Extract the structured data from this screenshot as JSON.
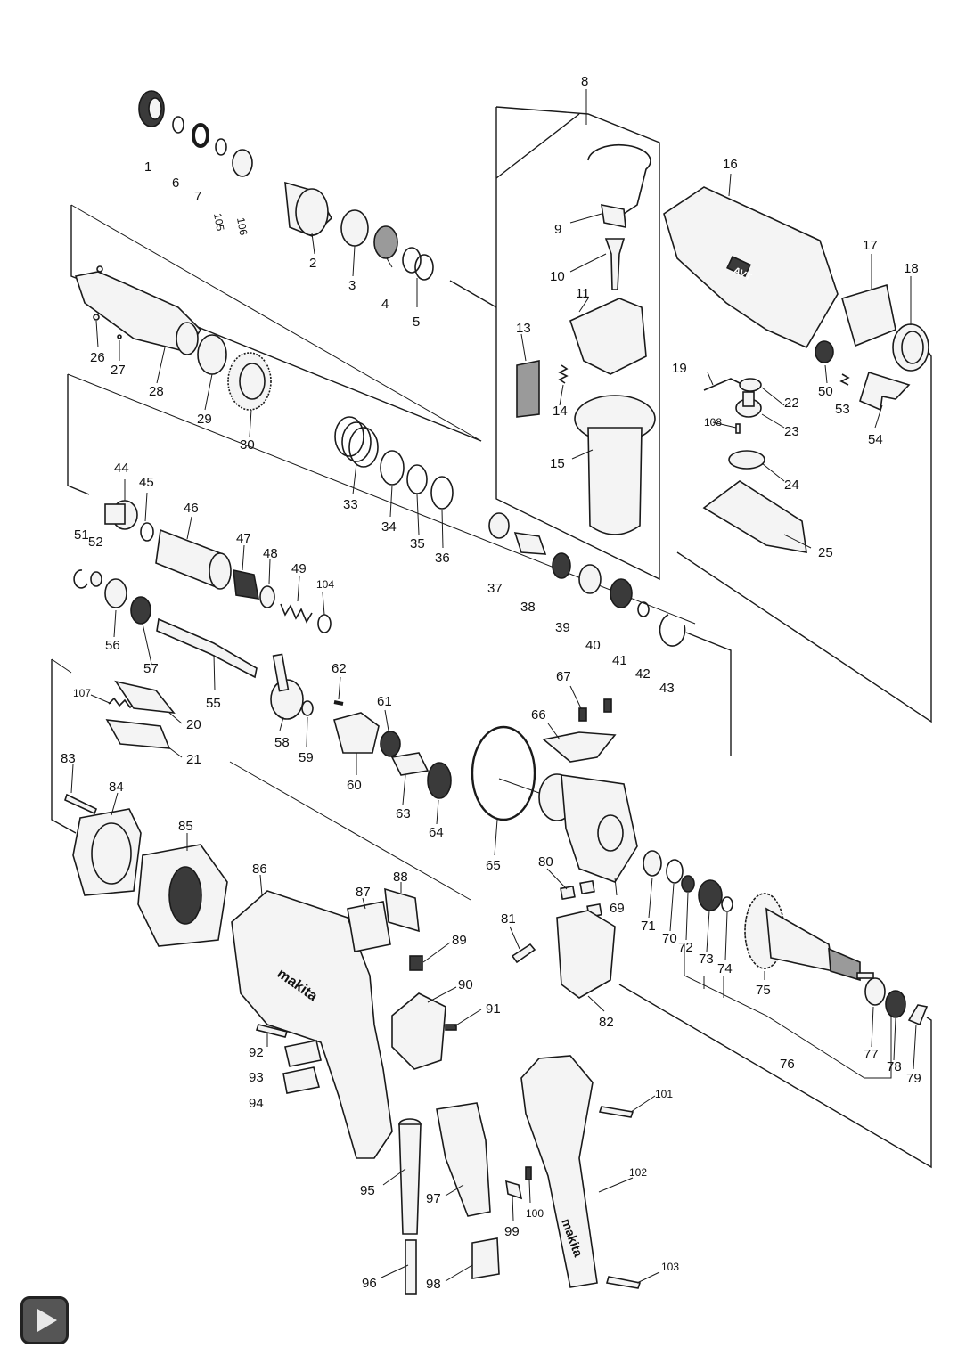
{
  "labels": {
    "p1": "1",
    "p2": "2",
    "p3": "3",
    "p4": "4",
    "p5": "5",
    "p6": "6",
    "p7": "7",
    "p8": "8",
    "p9": "9",
    "p10": "10",
    "p11": "11",
    "p13": "13",
    "p14": "14",
    "p15": "15",
    "p16": "16",
    "p17": "17",
    "p18": "18",
    "p19": "19",
    "p20": "20",
    "p21": "21",
    "p22": "22",
    "p23": "23",
    "p24": "24",
    "p25": "25",
    "p26": "26",
    "p27": "27",
    "p28": "28",
    "p29": "29",
    "p30": "30",
    "p33": "33",
    "p34": "34",
    "p35": "35",
    "p36": "36",
    "p37": "37",
    "p38": "38",
    "p39": "39",
    "p40": "40",
    "p41": "41",
    "p42": "42",
    "p43": "43",
    "p44": "44",
    "p45": "45",
    "p46": "46",
    "p47": "47",
    "p48": "48",
    "p49": "49",
    "p50": "50",
    "p51": "51",
    "p52": "52",
    "p53": "53",
    "p54": "54",
    "p55": "55",
    "p56": "56",
    "p57": "57",
    "p58": "58",
    "p59": "59",
    "p60": "60",
    "p61": "61",
    "p62": "62",
    "p63": "63",
    "p64": "64",
    "p65": "65",
    "p66": "66",
    "p67": "67",
    "p69": "69",
    "p70": "70",
    "p71": "71",
    "p72": "72",
    "p73": "73",
    "p74": "74",
    "p75": "75",
    "p76": "76",
    "p77": "77",
    "p78": "78",
    "p79": "79",
    "p80": "80",
    "p81": "81",
    "p82": "82",
    "p83": "83",
    "p84": "84",
    "p85": "85",
    "p86": "86",
    "p87": "87",
    "p88": "88",
    "p89": "89",
    "p90": "90",
    "p91": "91",
    "p92": "92",
    "p93": "93",
    "p94": "94",
    "p95": "95",
    "p96": "96",
    "p97": "97",
    "p98": "98",
    "p99": "99",
    "p100": "100",
    "p101": "101",
    "p102": "102",
    "p103": "103",
    "p104": "104",
    "p105": "105",
    "p106": "106",
    "p107": "107",
    "p108": "108"
  },
  "brand_marks": {
    "housing_logo": "makita",
    "grip_logo": "makita",
    "cover_badge": "AVT"
  },
  "play_icon": "play-icon"
}
